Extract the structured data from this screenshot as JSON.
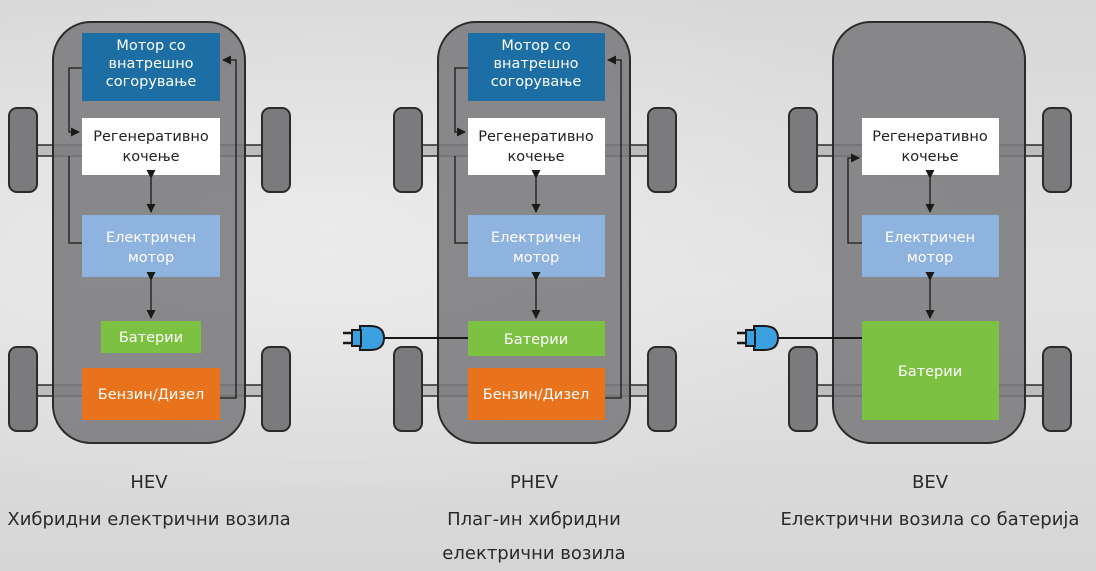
{
  "colors": {
    "background": "#dcdcdc",
    "car_body": "#7b7b7d",
    "wheel": "#7b7b7d",
    "outline": "#2b2b2b",
    "engine": "#1c6ea4",
    "regen": "#ffffff",
    "motor": "#8fb3df",
    "battery": "#7dc142",
    "fuel": "#e8731c",
    "plug": "#3aa0e0",
    "label_light": "#ffffff",
    "label_dark": "#222222",
    "caption": "#2a2a2a"
  },
  "cars": [
    {
      "id": "hev",
      "title": "HEV",
      "subtitle": [
        "Хибридни електрични возила"
      ],
      "boxes": {
        "engine": "Мотор со внатрешно согорување",
        "regen": "Регенеративно кочење",
        "motor": "Електричен мотор",
        "battery": "Батерии",
        "fuel": "Бензин/Дизел"
      },
      "has_plug": false
    },
    {
      "id": "phev",
      "title": "PHEV",
      "subtitle": [
        "Плаг-ин хибридни",
        "електрични возила"
      ],
      "boxes": {
        "engine": "Мотор со внатрешно согорување",
        "regen": "Регенеративно кочење",
        "motor": "Електричен мотор",
        "battery": "Батерии",
        "fuel": "Бензин/Дизел"
      },
      "has_plug": true
    },
    {
      "id": "bev",
      "title": "BEV",
      "subtitle": [
        "Електрични возила со батерија"
      ],
      "boxes": {
        "regen": "Регенеративно кочење",
        "motor": "Електричен мотор",
        "battery": "Батерии"
      },
      "has_plug": true
    }
  ]
}
